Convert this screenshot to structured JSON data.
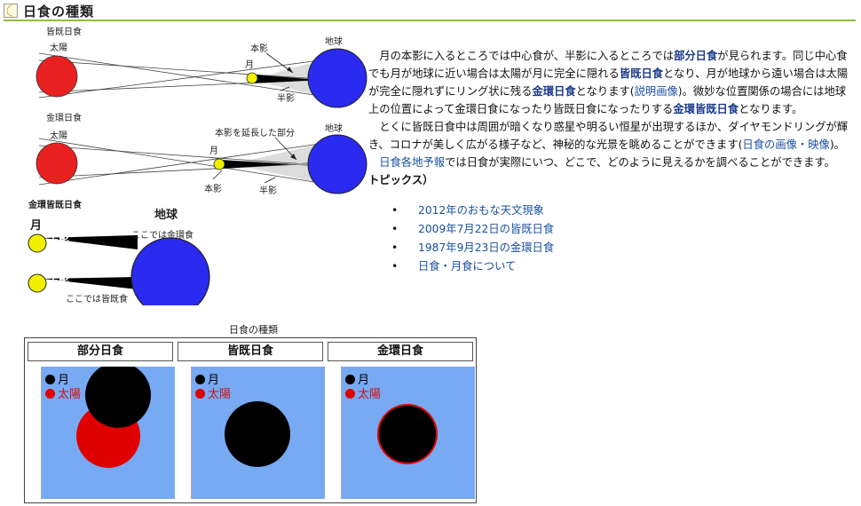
{
  "header": {
    "title": "日食の種類",
    "icon": "sun-icon"
  },
  "diagram": {
    "total_title": "皆既日食",
    "sun": "太陽",
    "umbra": "本影",
    "moon": "月",
    "earth": "地球",
    "penumbra": "半影",
    "annular_title": "金環日食",
    "umbra_extension": "本影を延長した部分",
    "hybrid_title": "金環皆既日食",
    "here_annular": "ここでは金環食",
    "here_total": "ここでは皆既食"
  },
  "text": {
    "p1_a": "月の本影に入るところでは中心食が、半影に入るところでは",
    "partial": "部分日食",
    "p1_b": "が見られます。同じ中心食でも月が地球に近い場合は太陽が月に完全に隠れる",
    "total": "皆既日食",
    "p1_c": "となり、月が地球から遠い場合は太陽が完全に隠れずにリング状に残る",
    "annular": "金環日食",
    "p1_d": "となります(",
    "explain_link": "説明画像",
    "p1_e": ")。微妙な位置関係の場合には地球上の位置によって金環日食になったり皆既日食になったりする",
    "hybrid": "金環皆既日食",
    "p1_f": "となります。",
    "p2_a": "とくに皆既日食中は周囲が暗くなり惑星や明るい恒星が出現するほか、ダイヤモンドリングが輝き、コロナが美しく広がる様子など、神秘的な光景を眺めることができます(",
    "images_link": "日食の画像・映像",
    "p2_b": ")。",
    "forecast_link": "日食各地予報",
    "p3_a": "では日食が実際にいつ、どこで、どのように見えるかを調べることができます。"
  },
  "topics": {
    "heading": "トピックス）",
    "items": [
      "2012年のおもな天文現象",
      "2009年7月22日の皆既日食",
      "1987年9月23日の金環日食",
      "日食・月食について"
    ]
  },
  "table": {
    "caption": "日食の種類",
    "panels": [
      {
        "header": "部分日食",
        "moon": "月",
        "sun": "太陽"
      },
      {
        "header": "皆既日食",
        "moon": "月",
        "sun": "太陽"
      },
      {
        "header": "金環日食",
        "moon": "月",
        "sun": "太陽"
      }
    ]
  },
  "colors": {
    "sun": "#e82020",
    "moon": "#000000",
    "earth": "#2a2af0",
    "moon_yellow": "#f0f000",
    "sky": "#77aaf2",
    "link": "#1a50a0",
    "title_rule": "#8fbf3f"
  }
}
